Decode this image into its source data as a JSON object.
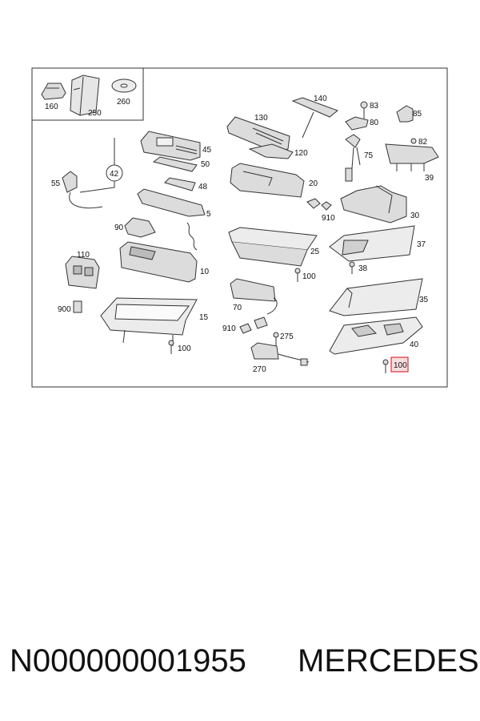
{
  "part_labels": {
    "p160": "160",
    "p250": "250",
    "p260": "260",
    "p140": "140",
    "p130": "130",
    "p120": "120",
    "p83": "83",
    "p80": "80",
    "p85": "85",
    "p82": "82",
    "p75": "75",
    "p39": "39",
    "p45": "45",
    "p50": "50",
    "p42": "42",
    "p48": "48",
    "p5": "5",
    "p55": "55",
    "p20": "20",
    "p910a": "910",
    "p30": "30",
    "p90": "90",
    "p25": "25",
    "p37": "37",
    "p38": "38",
    "p110": "110",
    "p10": "10",
    "p100a": "100",
    "p70": "70",
    "p900": "900",
    "p15": "15",
    "p35": "35",
    "p910b": "910",
    "p275": "275",
    "p40": "40",
    "p100b": "100",
    "p270": "270",
    "p100c": "100"
  },
  "footer": {
    "part_number": "N000000001955",
    "brand": "MERCEDES"
  },
  "colors": {
    "highlight": "#e0303a",
    "part_fill": "#dcdcdc",
    "outline": "#333333"
  }
}
